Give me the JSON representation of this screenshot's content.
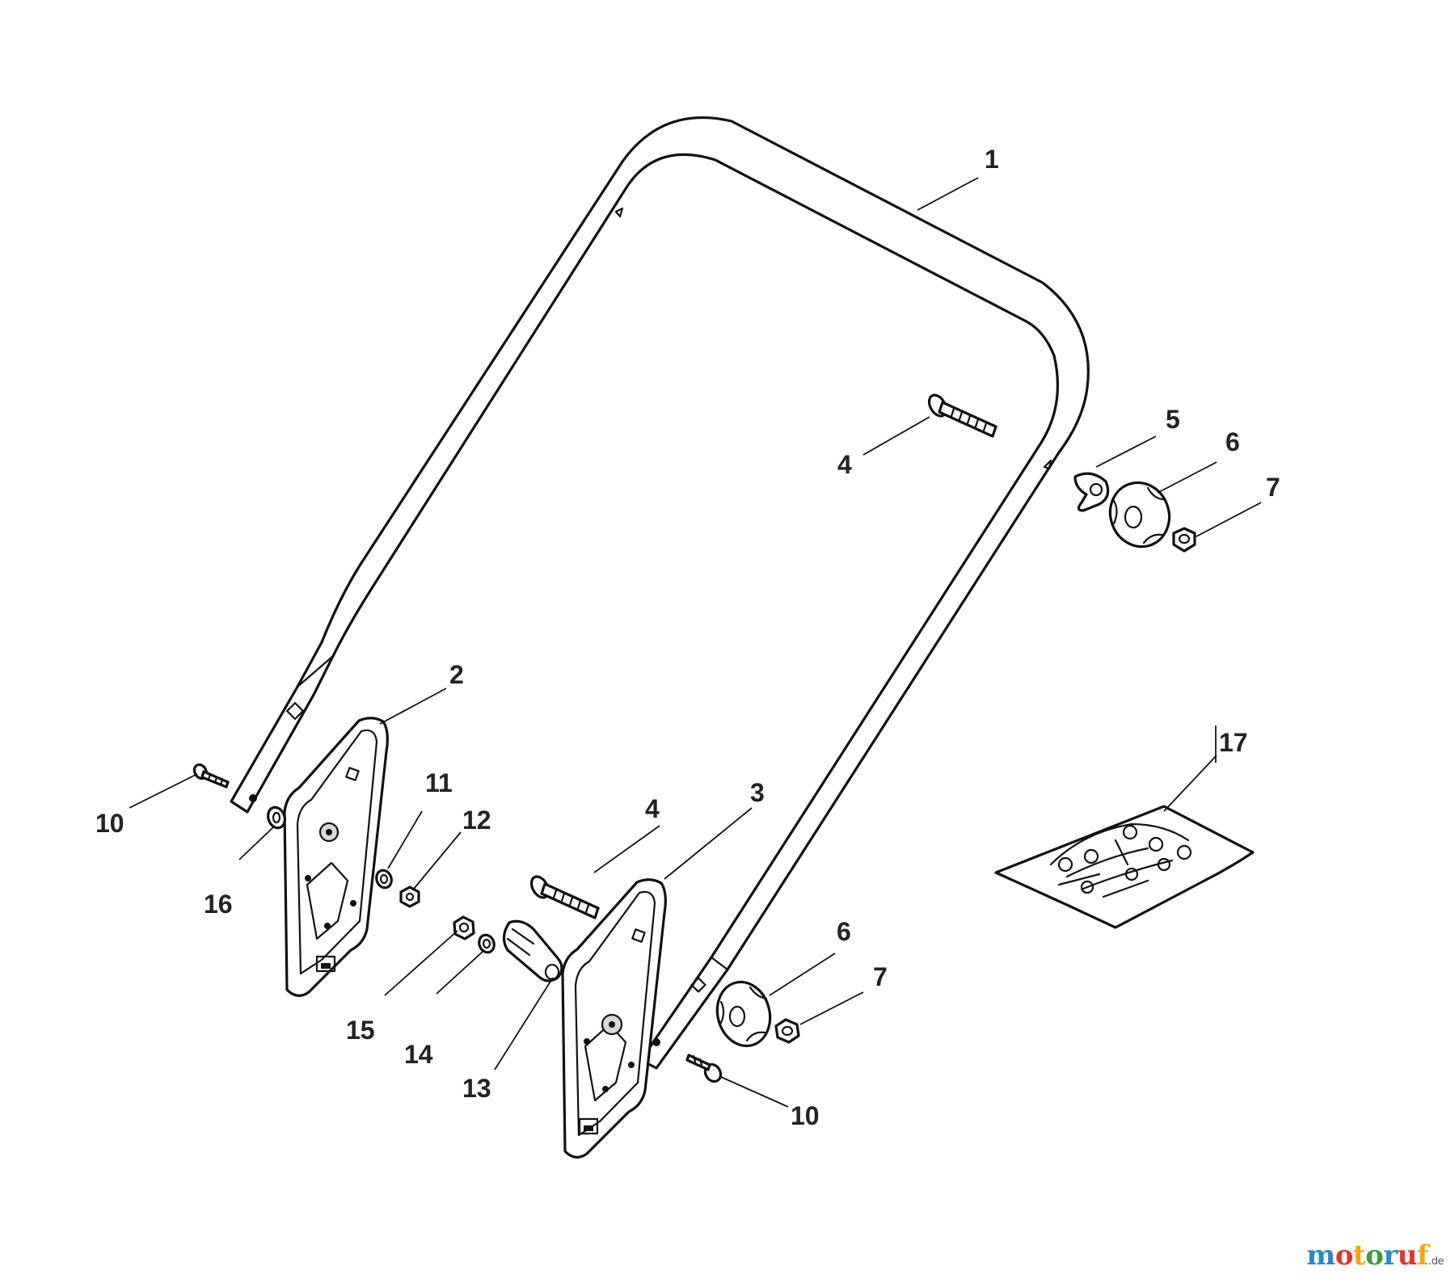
{
  "diagram": {
    "callouts": {
      "c1": "1",
      "c2": "2",
      "c3": "3",
      "c4a": "4",
      "c4b": "4",
      "c5": "5",
      "c6a": "6",
      "c6b": "6",
      "c7a": "7",
      "c7b": "7",
      "c10a": "10",
      "c10b": "10",
      "c11": "11",
      "c12": "12",
      "c13": "13",
      "c14": "14",
      "c15": "15",
      "c16": "16",
      "c17": "17"
    }
  },
  "watermark": {
    "letters": [
      "m",
      "o",
      "t",
      "o",
      "r",
      "u",
      "f"
    ],
    "colors": [
      "#2a8ac8",
      "#e2342b",
      "#f2a515",
      "#3aa035",
      "#2a8ac8",
      "#e2342b",
      "#f2a515"
    ],
    "suffix": ".de"
  }
}
